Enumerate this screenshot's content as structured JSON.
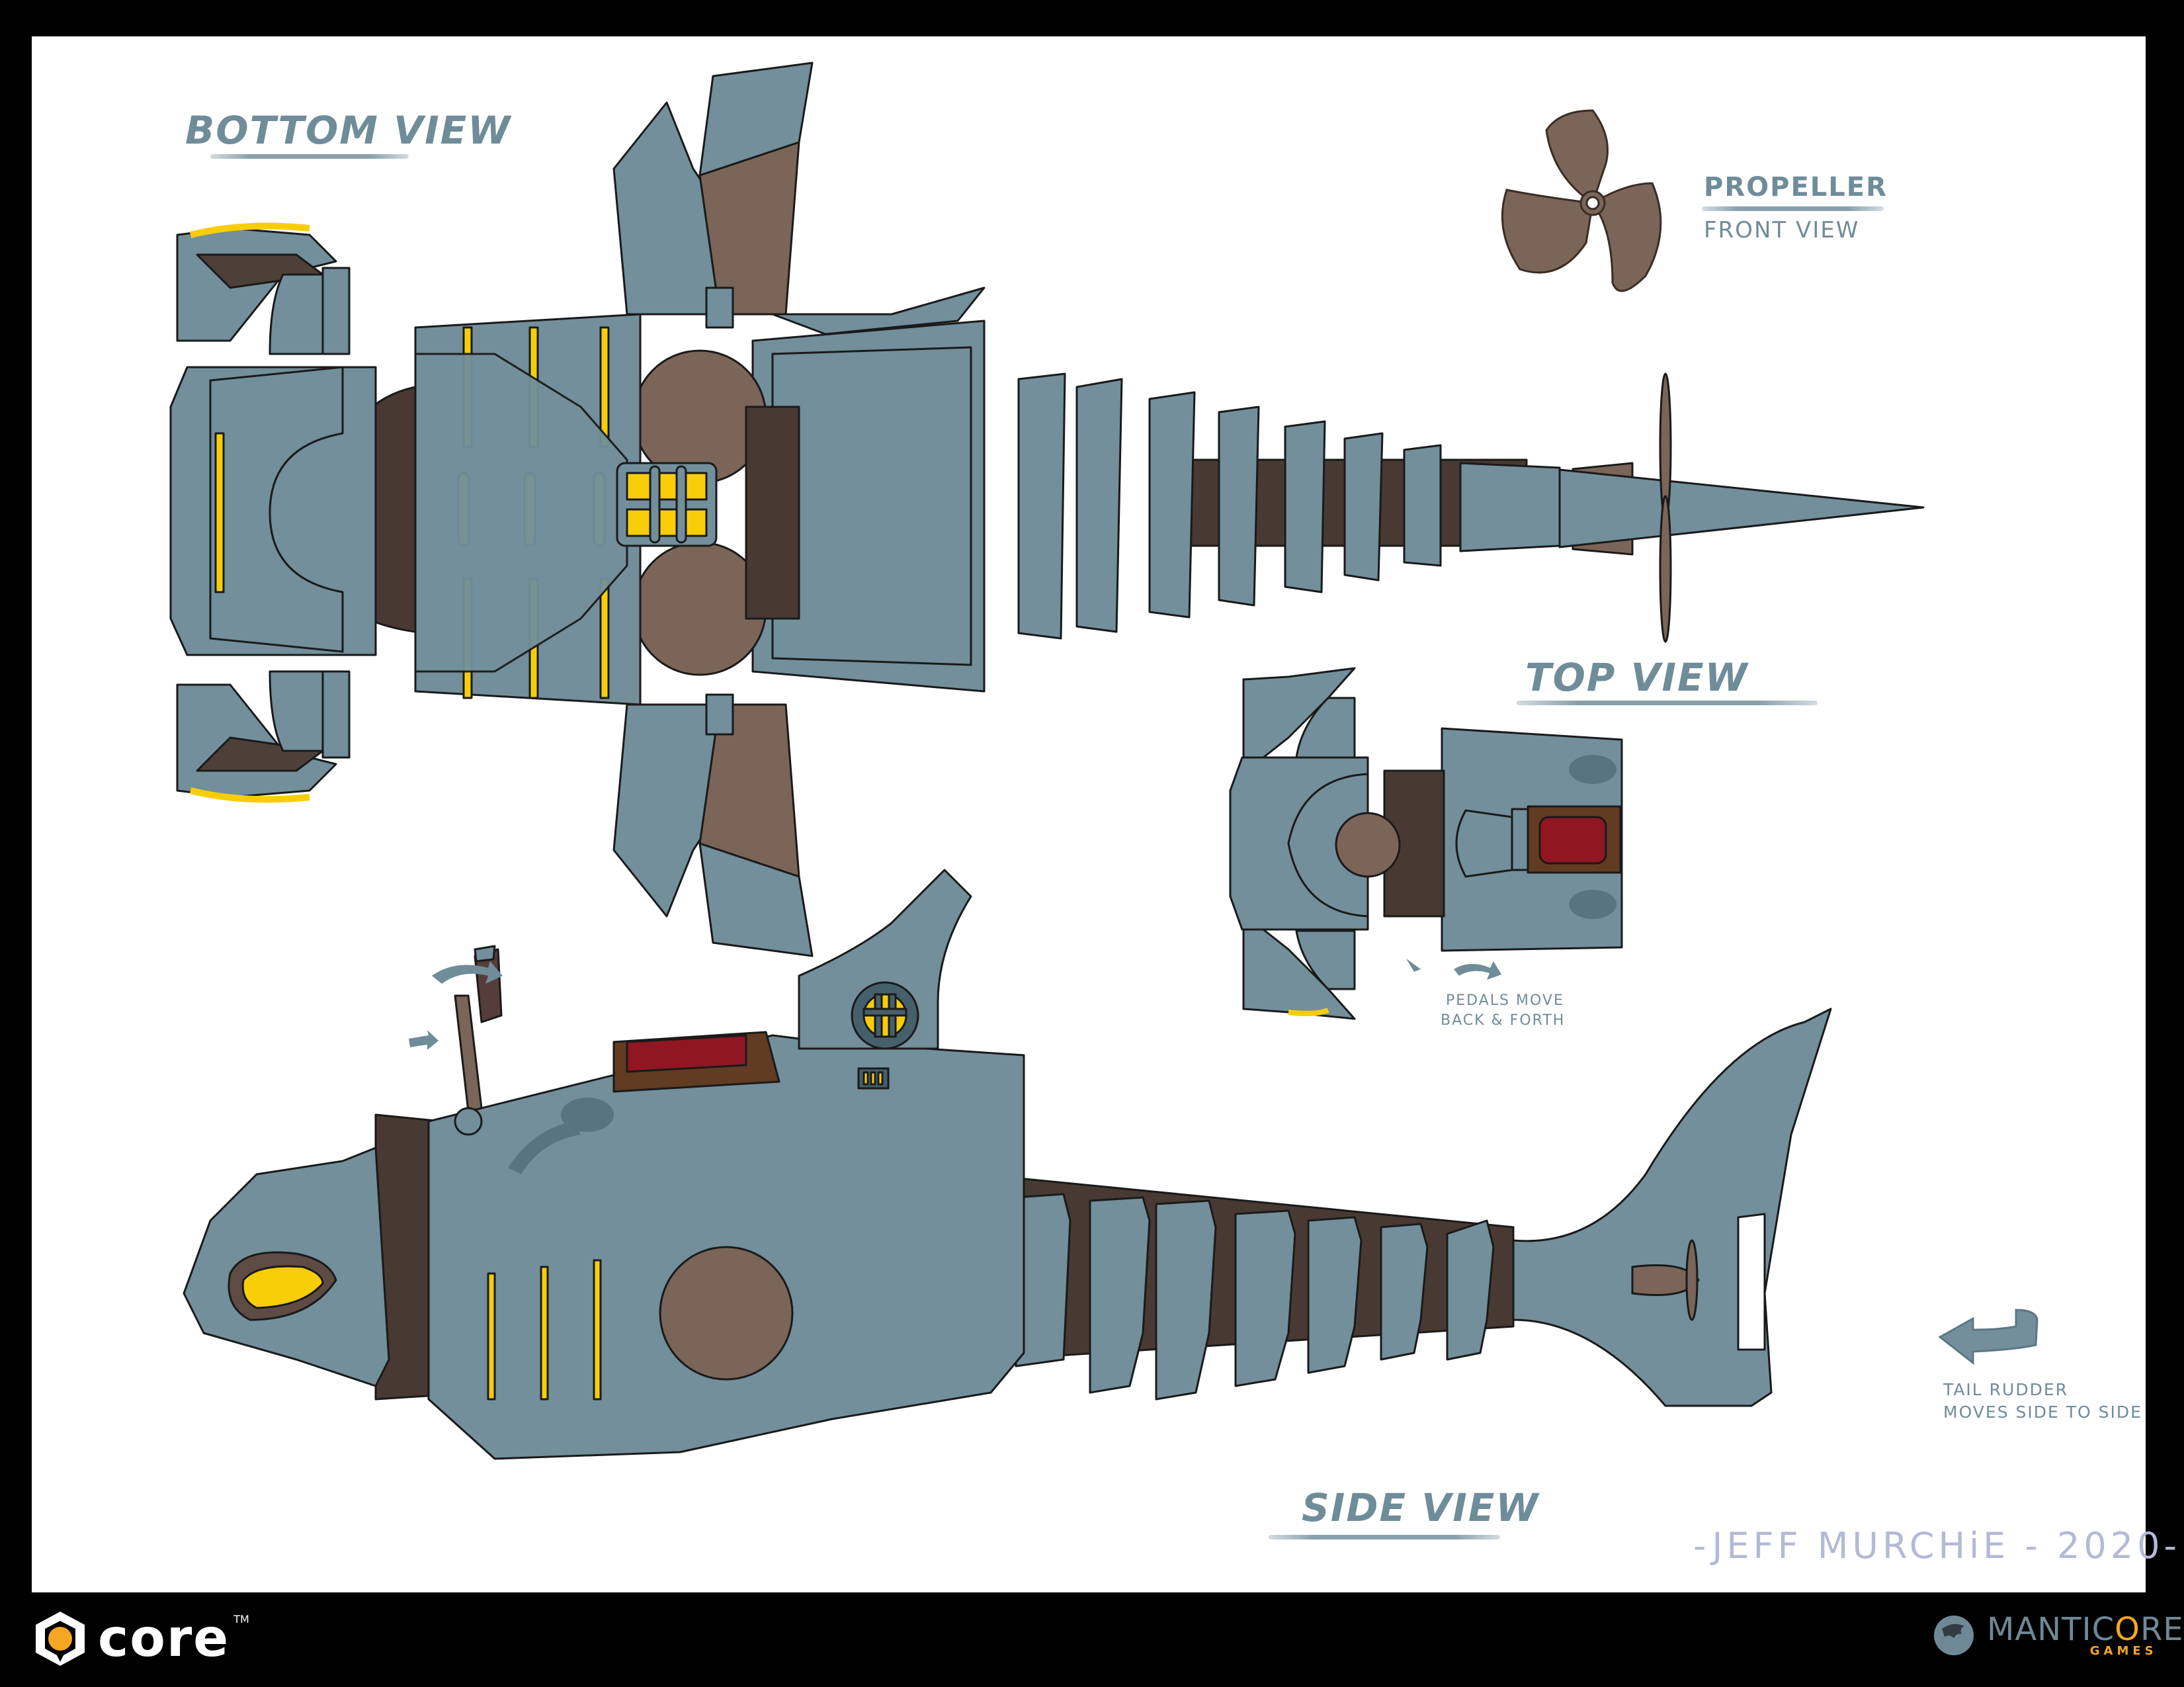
{
  "sheet": {
    "colors": {
      "steel": "#728f9b",
      "steel_dark": "#54707d",
      "outline": "#1a1a1a",
      "bronze": "#7a6558",
      "dark_brown": "#483a33",
      "yellow": "#f7cd08",
      "leather": "#613b22",
      "cushion": "#8f1622",
      "label": "#6f8c99",
      "credit": "#b4b9d6"
    }
  },
  "views": {
    "bottom": {
      "title": "Bottom View"
    },
    "top": {
      "title": "Top View"
    },
    "side": {
      "title": "Side View"
    },
    "propeller": {
      "title": "Propeller",
      "subtitle": "Front View"
    }
  },
  "annotations": {
    "pedals_line1": "Pedals move",
    "pedals_line2": "Back & Forth",
    "rudder_line1": "Tail Rudder",
    "rudder_line2": "Moves side to side"
  },
  "credit": "-JEFF MURCHiE - 2020-",
  "footer": {
    "left_logo": "core",
    "left_logo_tm": "TM",
    "right_logo": "MANTIC",
    "right_logo_accent": "O",
    "right_logo_tail": "RE",
    "right_logo_sub": "GAMES"
  }
}
